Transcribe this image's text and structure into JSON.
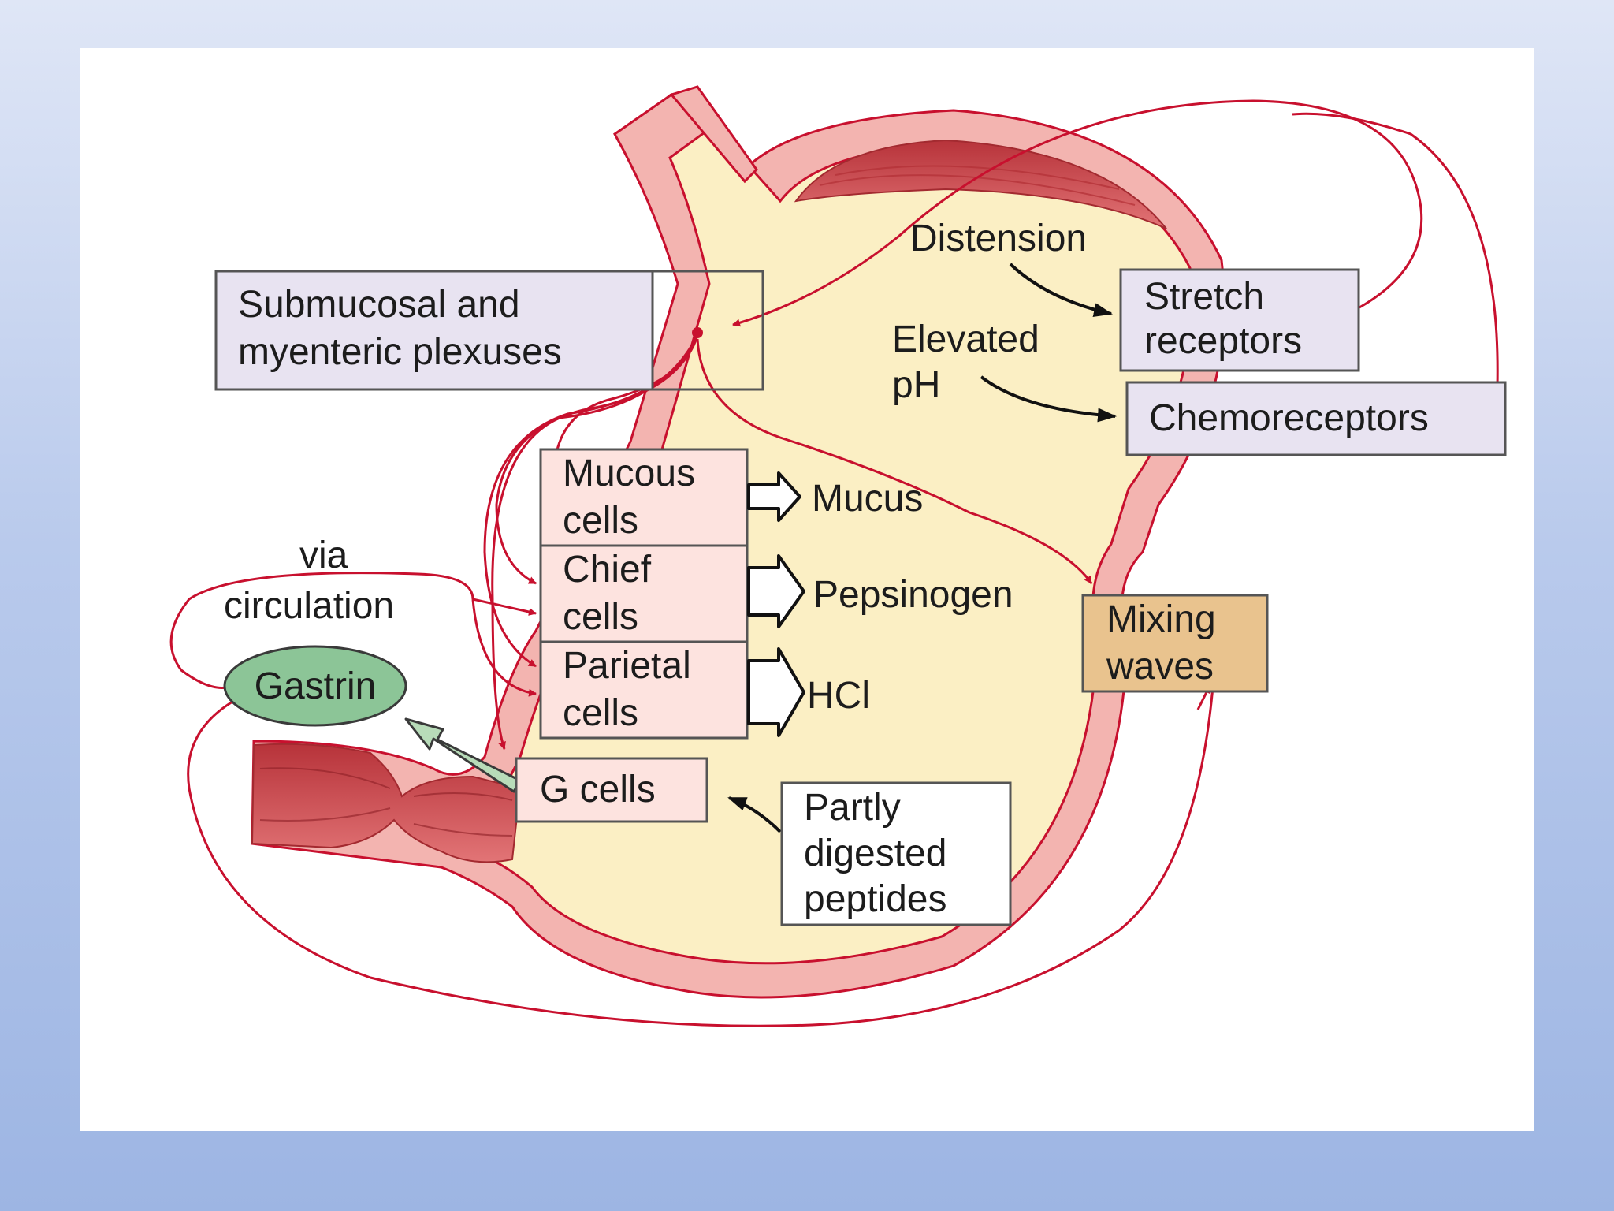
{
  "labels": {
    "plexuses": [
      "Submucosal and",
      "myenteric plexuses"
    ],
    "distension": "Distension",
    "stretch": [
      "Stretch",
      "receptors"
    ],
    "elevated_ph": [
      "Elevated",
      "pH"
    ],
    "chemoreceptors": "Chemoreceptors",
    "mucous_cells": [
      "Mucous",
      "cells"
    ],
    "chief_cells": [
      "Chief",
      "cells"
    ],
    "parietal_cells": [
      "Parietal",
      "cells"
    ],
    "mucus": "Mucus",
    "pepsinogen": "Pepsinogen",
    "hcl": "HCl",
    "mixing_waves": [
      "Mixing",
      "waves"
    ],
    "via_circulation": [
      "via",
      "circulation"
    ],
    "gastrin": "Gastrin",
    "g_cells": "G cells",
    "partly_digested": [
      "Partly",
      "digested",
      "peptides"
    ]
  },
  "colors": {
    "stomach_fill": "#fbefc4",
    "wall_pink": "#f3b4b0",
    "nerve_red": "#c8102e",
    "muscle_red": "#cf4a4f",
    "box_lavender": "#e8e3f1",
    "box_cell": "#fde3df",
    "box_mixing": "#e9c38e",
    "gastrin_green": "#8cc597",
    "arrow_green": "#b8dcb9"
  }
}
